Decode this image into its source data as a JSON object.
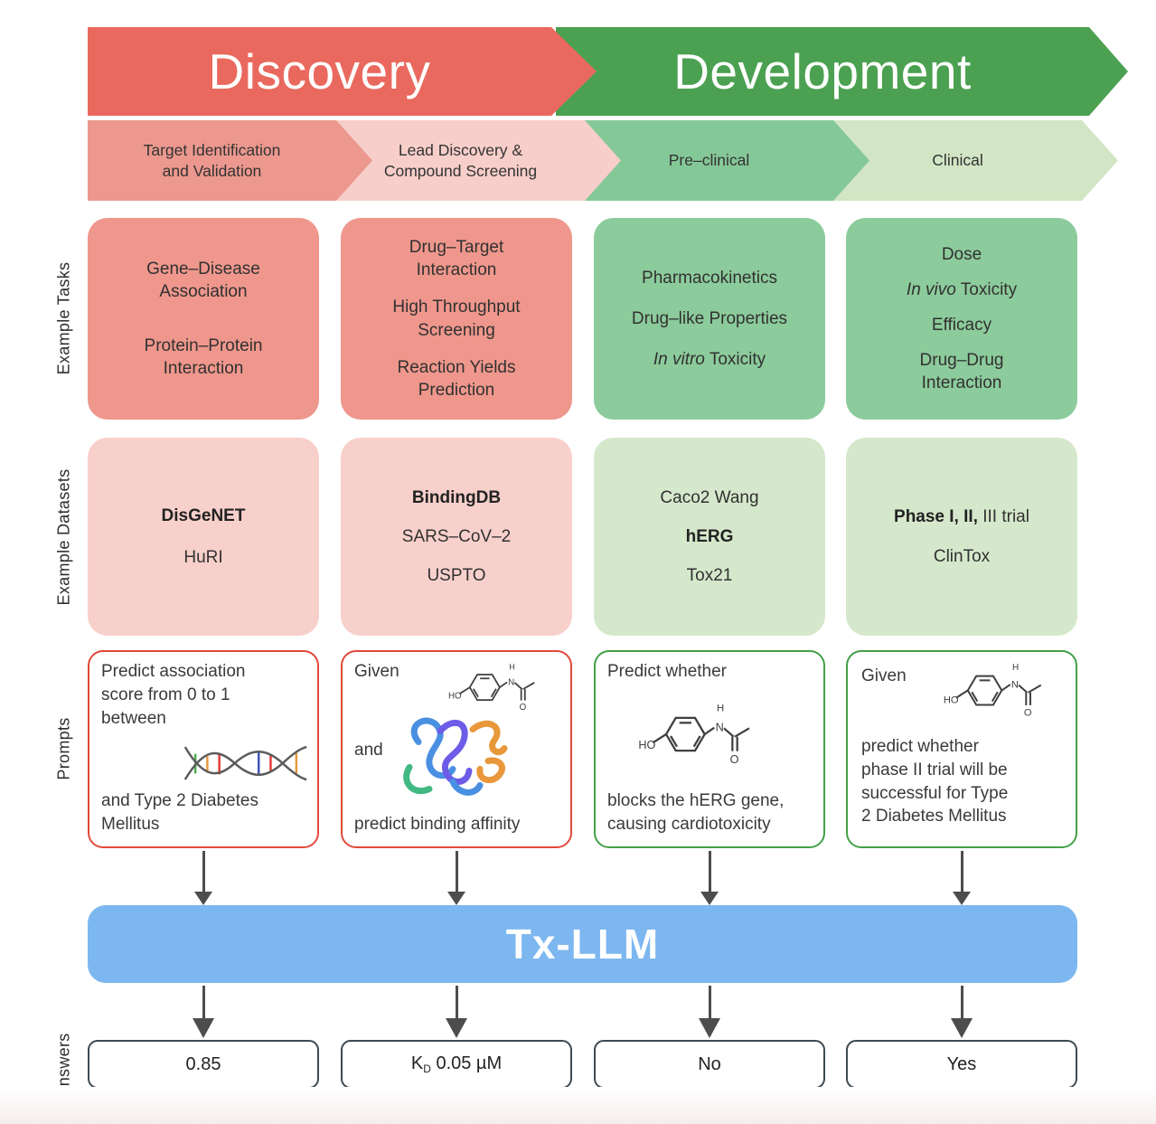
{
  "stages": {
    "discovery": {
      "label": "Discovery",
      "color": "#e9695e"
    },
    "development": {
      "label": "Development",
      "color": "#4ba151"
    }
  },
  "phases": [
    {
      "label": "Target Identification\nand Validation",
      "color": "#ec988e"
    },
    {
      "label": "Lead Discovery &\nCompound Screening",
      "color": "#f7cec9"
    },
    {
      "label": "Pre–clinical",
      "color": "#85c898"
    },
    {
      "label": "Clinical",
      "color": "#d2e6c5"
    }
  ],
  "row_labels": {
    "tasks": "Example Tasks",
    "datasets": "Example Datasets",
    "prompts": "Prompts",
    "answers": "Answers"
  },
  "tasks": [
    {
      "items": [
        {
          "text": "Gene–Disease\nAssociation"
        },
        {
          "text": "Protein–Protein\nInteraction"
        }
      ]
    },
    {
      "items": [
        {
          "text": "Drug–Target\nInteraction"
        },
        {
          "text": "High Throughput\nScreening"
        },
        {
          "text": "Reaction Yields\nPrediction"
        }
      ]
    },
    {
      "items": [
        {
          "text": "Pharmacokinetics"
        },
        {
          "text": "Drug–like Properties"
        },
        {
          "em": "In vitro",
          "text": " Toxicity"
        }
      ]
    },
    {
      "items": [
        {
          "text": "Dose"
        },
        {
          "em": "In vivo",
          "text": " Toxicity"
        },
        {
          "text": "Efficacy"
        },
        {
          "text": "Drug–Drug\nInteraction"
        }
      ]
    }
  ],
  "datasets": [
    {
      "items": [
        {
          "strong": "DisGeNET"
        },
        {
          "text": "HuRI"
        }
      ]
    },
    {
      "items": [
        {
          "strong": "BindingDB"
        },
        {
          "text": "SARS–CoV–2"
        },
        {
          "text": "USPTO"
        }
      ]
    },
    {
      "items": [
        {
          "text": "Caco2 Wang"
        },
        {
          "strong": "hERG"
        },
        {
          "text": "Tox21"
        }
      ]
    },
    {
      "items": [
        {
          "strong": "Phase I, II,",
          "text": "  III trial"
        },
        {
          "text": "ClinTox"
        }
      ]
    }
  ],
  "prompts": [
    {
      "intro": "Predict association\nscore from 0 to 1\nbetween",
      "icon": "dna-helix-icon",
      "outro": "and Type 2 Diabetes\nMellitus"
    },
    {
      "intro": "Given",
      "middle": "and",
      "icons": [
        "molecule-icon",
        "protein-ribbon-icon"
      ],
      "outro": "predict binding affinity"
    },
    {
      "intro": "Predict whether",
      "icon": "molecule-icon",
      "outro": "blocks the hERG gene,\ncausing cardiotoxicity"
    },
    {
      "intro": "Given",
      "icon": "molecule-icon",
      "outro": "predict whether\nphase II trial will be\nsuccessful for Type\n2 Diabetes Mellitus"
    }
  ],
  "model": {
    "label": "Tx-LLM",
    "color": "#7db7f0"
  },
  "answers": [
    {
      "text": "0.85"
    },
    {
      "main": "K",
      "sub": "D",
      "rest": " 0.05 µM"
    },
    {
      "text": "No"
    },
    {
      "text": "Yes"
    }
  ],
  "accents": {
    "prompt_border_discovery": "#e2483a",
    "prompt_border_development": "#43a047",
    "answer_border": "#3d4a52",
    "arrow_color": "#4d4d4d"
  }
}
